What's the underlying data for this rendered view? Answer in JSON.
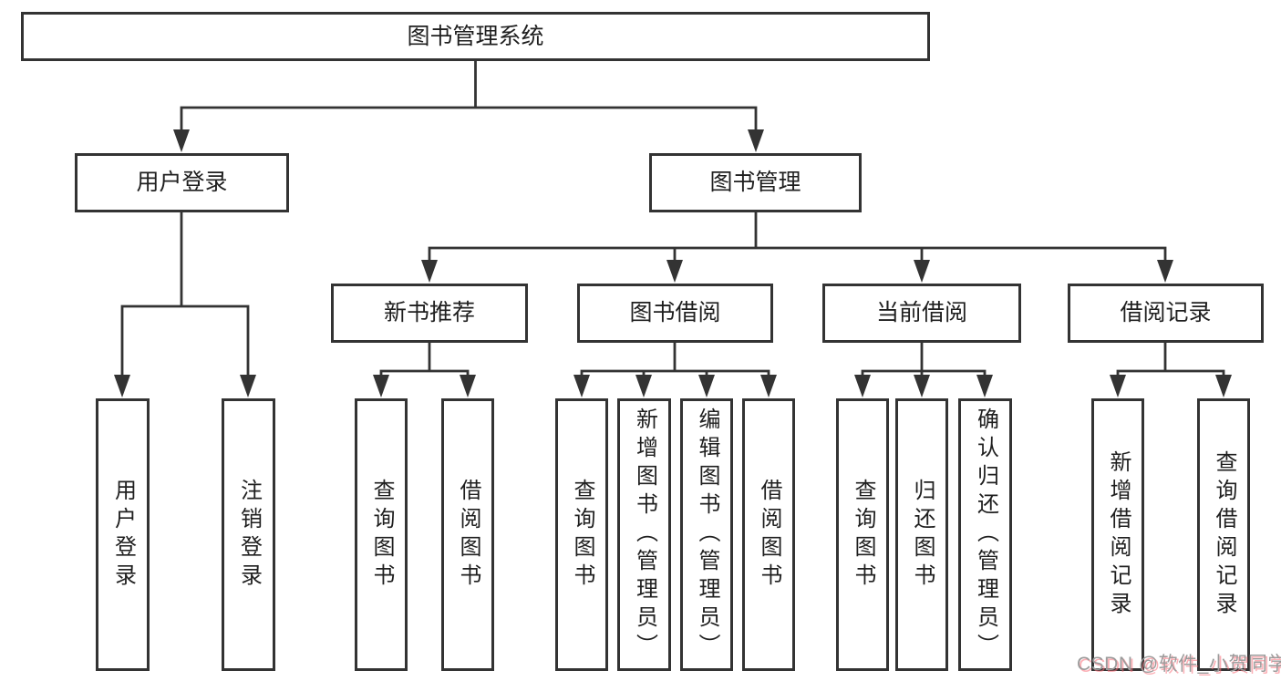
{
  "diagram": {
    "tree": {
      "root": {
        "label": "图书管理系统"
      },
      "children": [
        {
          "label": "用户登录",
          "children": [
            {
              "label": "用户登录"
            },
            {
              "label": "注销登录"
            }
          ]
        },
        {
          "label": "图书管理",
          "children": [
            {
              "label": "新书推荐",
              "children": [
                {
                  "label": "查询图书"
                },
                {
                  "label": "借阅图书"
                }
              ]
            },
            {
              "label": "图书借阅",
              "children": [
                {
                  "label": "查询图书"
                },
                {
                  "label": "新增图书（管理员）"
                },
                {
                  "label": "编辑图书（管理员）"
                },
                {
                  "label": "借阅图书"
                }
              ]
            },
            {
              "label": "当前借阅",
              "children": [
                {
                  "label": "查询图书"
                },
                {
                  "label": "归还图书"
                },
                {
                  "label": "确认归还（管理员）"
                }
              ]
            },
            {
              "label": "借阅记录",
              "children": [
                {
                  "label": "新增借阅记录"
                },
                {
                  "label": "查询借阅记录"
                }
              ]
            }
          ]
        }
      ]
    },
    "colors": {
      "line": "#333333",
      "text": "#1f1f1f",
      "background": "#ffffff",
      "watermark_text": "#9b9b9b",
      "watermark_shadow": "#fa707a"
    }
  },
  "watermark": {
    "text": "CSDN @软件_小贺同学"
  }
}
